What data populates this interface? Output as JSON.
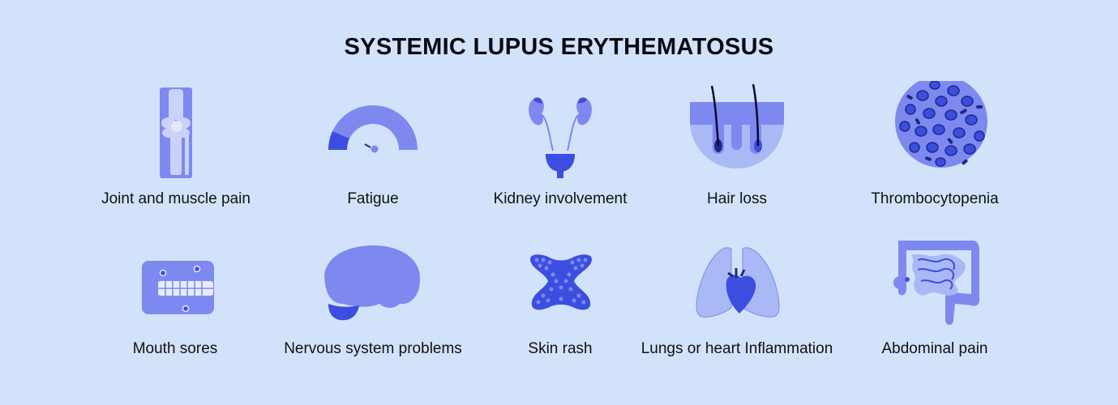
{
  "title": "SYSTEMIC LUPUS ERYTHEMATOSUS",
  "colors": {
    "background": "#d3e2fb",
    "light": "#a9b9f6",
    "mid": "#7e89ef",
    "dark": "#3b4ee0",
    "deep": "#1b2a8a"
  },
  "symptoms": [
    {
      "label": "Joint and muscle pain",
      "icon": "knee-joint-icon"
    },
    {
      "label": "Fatigue",
      "icon": "fatigue-gauge-icon"
    },
    {
      "label": "Kidney involvement",
      "icon": "kidney-icon"
    },
    {
      "label": "Hair loss",
      "icon": "hair-follicle-icon"
    },
    {
      "label": "Thrombocytopenia",
      "icon": "blood-cells-icon"
    },
    {
      "label": "Mouth sores",
      "icon": "mouth-icon"
    },
    {
      "label": "Nervous system problems",
      "icon": "brain-icon"
    },
    {
      "label": "Skin rash",
      "icon": "skin-rash-icon"
    },
    {
      "label": "Lungs or heart Inflammation",
      "icon": "lungs-heart-icon"
    },
    {
      "label": "Abdominal pain",
      "icon": "intestines-icon"
    }
  ]
}
